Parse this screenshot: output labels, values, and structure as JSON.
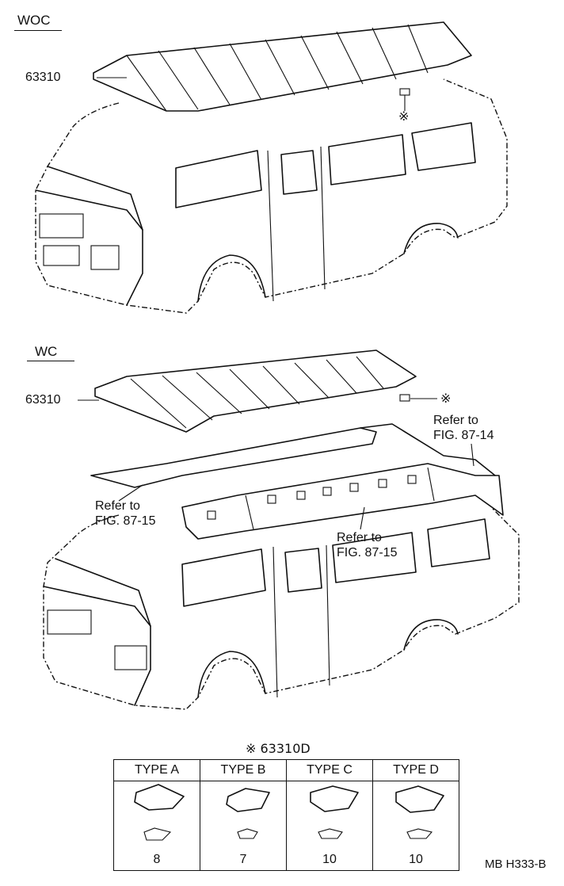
{
  "sections": {
    "woc": "WOC",
    "wc": "WC"
  },
  "labels": {
    "part_woc": "63310",
    "part_wc": "63310",
    "ref_note_symbol": "※",
    "ref_right_1": "Refer to",
    "ref_right_2": "FIG. 87-14",
    "ref_left_1": "Refer to",
    "ref_left_2": "FIG. 87-15",
    "ref_mid_1": "Refer to",
    "ref_mid_2": "FIG. 87-15"
  },
  "types_table": {
    "title": "※ 63310D",
    "columns": [
      {
        "label": "TYPE A",
        "dimension": "8"
      },
      {
        "label": "TYPE B",
        "dimension": "7"
      },
      {
        "label": "TYPE C",
        "dimension": "10"
      },
      {
        "label": "TYPE D",
        "dimension": "10"
      }
    ]
  },
  "footer_code": "MB H333-B"
}
